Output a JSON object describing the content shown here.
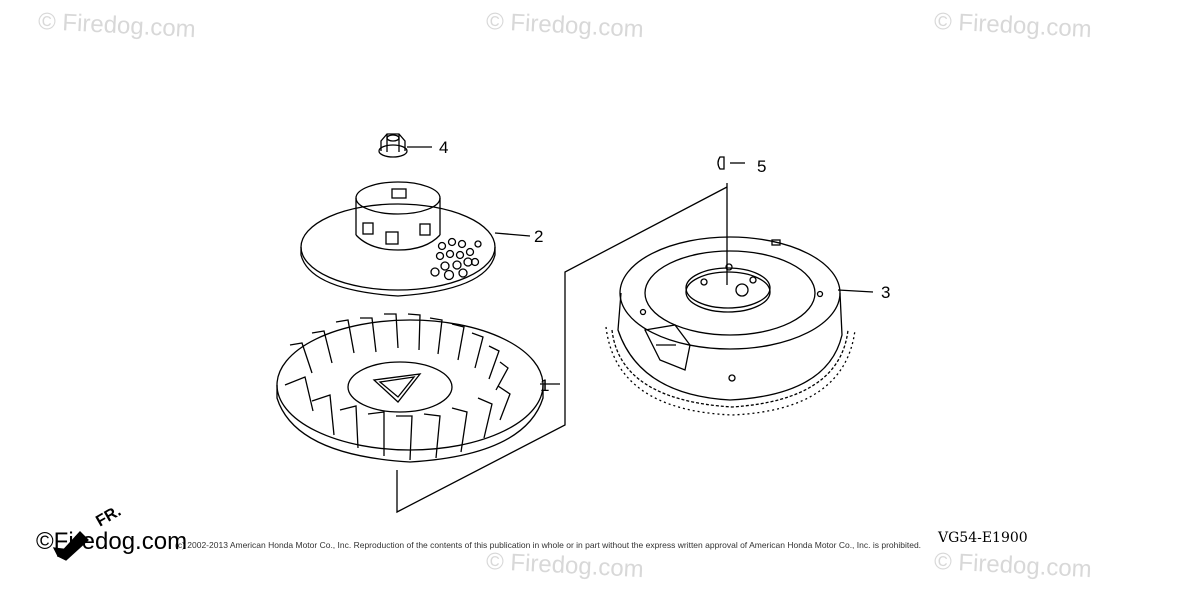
{
  "watermarks": [
    "© Firedog.com",
    "© Firedog.com",
    "© Firedog.com",
    "© Firedog.com",
    "© Firedog.com"
  ],
  "callouts": [
    {
      "label": "1",
      "part": "cooling fan"
    },
    {
      "label": "2",
      "part": "starter pulley"
    },
    {
      "label": "3",
      "part": "flywheel"
    },
    {
      "label": "4",
      "part": "flange nut"
    },
    {
      "label": "5",
      "part": "woodruff key"
    }
  ],
  "diagram_code": "VG54-E1900",
  "copyright": "(c) 2002-2013 American Honda Motor Co., Inc. Reproduction of the contents of this publication in whole or in part without the express written approval of American Honda Motor Co., Inc. is prohibited.",
  "logo": {
    "text": "©Firedog.com",
    "direction": "FR."
  },
  "colors": {
    "line": "#000000",
    "watermark": "#d8d8d8",
    "background": "#ffffff"
  }
}
